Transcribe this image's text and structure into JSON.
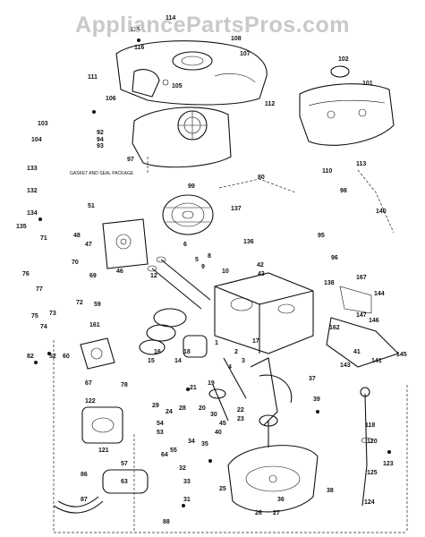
{
  "watermark": "AppliancePartsPros.com",
  "note": "GASKET AND SEAL PACKAGE",
  "callouts": [
    {
      "id": "c114",
      "text": "114"
    },
    {
      "id": "c115",
      "text": "115"
    },
    {
      "id": "c116",
      "text": "116"
    },
    {
      "id": "c108",
      "text": "108"
    },
    {
      "id": "c107",
      "text": "107"
    },
    {
      "id": "c102",
      "text": "102"
    },
    {
      "id": "c101",
      "text": "101"
    },
    {
      "id": "c111",
      "text": "111"
    },
    {
      "id": "c106",
      "text": "106"
    },
    {
      "id": "c105",
      "text": "105"
    },
    {
      "id": "c112",
      "text": "112"
    },
    {
      "id": "c103",
      "text": "103"
    },
    {
      "id": "c104",
      "text": "104"
    },
    {
      "id": "c133",
      "text": "133"
    },
    {
      "id": "c132",
      "text": "132"
    },
    {
      "id": "c134",
      "text": "134"
    },
    {
      "id": "c135",
      "text": "135"
    },
    {
      "id": "c136",
      "text": "136"
    },
    {
      "id": "c137",
      "text": "137"
    },
    {
      "id": "c110",
      "text": "110"
    },
    {
      "id": "c113",
      "text": "113"
    },
    {
      "id": "c140",
      "text": "140"
    },
    {
      "id": "c138",
      "text": "138"
    },
    {
      "id": "c144",
      "text": "144"
    },
    {
      "id": "c146",
      "text": "146"
    },
    {
      "id": "c147",
      "text": "147"
    },
    {
      "id": "c167",
      "text": "167"
    },
    {
      "id": "c162",
      "text": "162"
    },
    {
      "id": "c141",
      "text": "141"
    },
    {
      "id": "c143",
      "text": "143"
    },
    {
      "id": "c145",
      "text": "145"
    },
    {
      "id": "c161",
      "text": "161"
    },
    {
      "id": "c122",
      "text": "122"
    },
    {
      "id": "c121",
      "text": "121"
    },
    {
      "id": "c118",
      "text": "118"
    },
    {
      "id": "c120",
      "text": "120"
    },
    {
      "id": "c123",
      "text": "123"
    },
    {
      "id": "c125",
      "text": "125"
    },
    {
      "id": "c124",
      "text": "124"
    },
    {
      "id": "c95",
      "text": "95"
    },
    {
      "id": "c96",
      "text": "96"
    },
    {
      "id": "c98",
      "text": "98"
    },
    {
      "id": "c99",
      "text": "99"
    },
    {
      "id": "c80",
      "text": "80"
    },
    {
      "id": "c94",
      "text": "94"
    },
    {
      "id": "c92",
      "text": "92"
    },
    {
      "id": "c93",
      "text": "93"
    },
    {
      "id": "c97",
      "text": "97"
    },
    {
      "id": "c51",
      "text": "51"
    },
    {
      "id": "c47",
      "text": "47"
    },
    {
      "id": "c46",
      "text": "46"
    },
    {
      "id": "c48",
      "text": "48"
    },
    {
      "id": "c71",
      "text": "71"
    },
    {
      "id": "c70",
      "text": "70"
    },
    {
      "id": "c69",
      "text": "69"
    },
    {
      "id": "c76",
      "text": "76"
    },
    {
      "id": "c77",
      "text": "77"
    },
    {
      "id": "c72",
      "text": "72"
    },
    {
      "id": "c73",
      "text": "73"
    },
    {
      "id": "c75",
      "text": "75"
    },
    {
      "id": "c74",
      "text": "74"
    },
    {
      "id": "c82",
      "text": "82"
    },
    {
      "id": "c52",
      "text": "52"
    },
    {
      "id": "c60",
      "text": "60"
    },
    {
      "id": "c59",
      "text": "59"
    },
    {
      "id": "c67",
      "text": "67"
    },
    {
      "id": "c78",
      "text": "78"
    },
    {
      "id": "c86",
      "text": "86"
    },
    {
      "id": "c87",
      "text": "87"
    },
    {
      "id": "c88",
      "text": "88"
    },
    {
      "id": "c57",
      "text": "57"
    },
    {
      "id": "c53",
      "text": "53"
    },
    {
      "id": "c18",
      "text": "18"
    },
    {
      "id": "c16",
      "text": "16"
    },
    {
      "id": "c15",
      "text": "15"
    },
    {
      "id": "c14",
      "text": "14"
    },
    {
      "id": "c12",
      "text": "12"
    },
    {
      "id": "c10",
      "text": "10"
    },
    {
      "id": "c9",
      "text": "9"
    },
    {
      "id": "c6",
      "text": "6"
    },
    {
      "id": "c5",
      "text": "5"
    },
    {
      "id": "c8",
      "text": "8"
    },
    {
      "id": "c4",
      "text": "4"
    },
    {
      "id": "c17",
      "text": "17"
    },
    {
      "id": "c3",
      "text": "3"
    },
    {
      "id": "c2",
      "text": "2"
    },
    {
      "id": "c1",
      "text": "1"
    },
    {
      "id": "c19",
      "text": "19"
    },
    {
      "id": "c20",
      "text": "20"
    },
    {
      "id": "c21",
      "text": "21"
    },
    {
      "id": "c22",
      "text": "22"
    },
    {
      "id": "c23",
      "text": "23"
    },
    {
      "id": "c24",
      "text": "24"
    },
    {
      "id": "c25",
      "text": "25"
    },
    {
      "id": "c26",
      "text": "26"
    },
    {
      "id": "c27",
      "text": "27"
    },
    {
      "id": "c28",
      "text": "28"
    },
    {
      "id": "c29",
      "text": "29"
    },
    {
      "id": "c30",
      "text": "30"
    },
    {
      "id": "c31",
      "text": "31"
    },
    {
      "id": "c32",
      "text": "32"
    },
    {
      "id": "c33",
      "text": "33"
    },
    {
      "id": "c34",
      "text": "34"
    },
    {
      "id": "c35",
      "text": "35"
    },
    {
      "id": "c36",
      "text": "36"
    },
    {
      "id": "c37",
      "text": "37"
    },
    {
      "id": "c38",
      "text": "38"
    },
    {
      "id": "c39",
      "text": "39"
    },
    {
      "id": "c40",
      "text": "40"
    },
    {
      "id": "c41",
      "text": "41"
    },
    {
      "id": "c42",
      "text": "42"
    },
    {
      "id": "c43",
      "text": "43"
    },
    {
      "id": "c45",
      "text": "45"
    },
    {
      "id": "c54",
      "text": "54"
    },
    {
      "id": "c55",
      "text": "55"
    },
    {
      "id": "c63",
      "text": "63"
    },
    {
      "id": "c64",
      "text": "64"
    }
  ]
}
